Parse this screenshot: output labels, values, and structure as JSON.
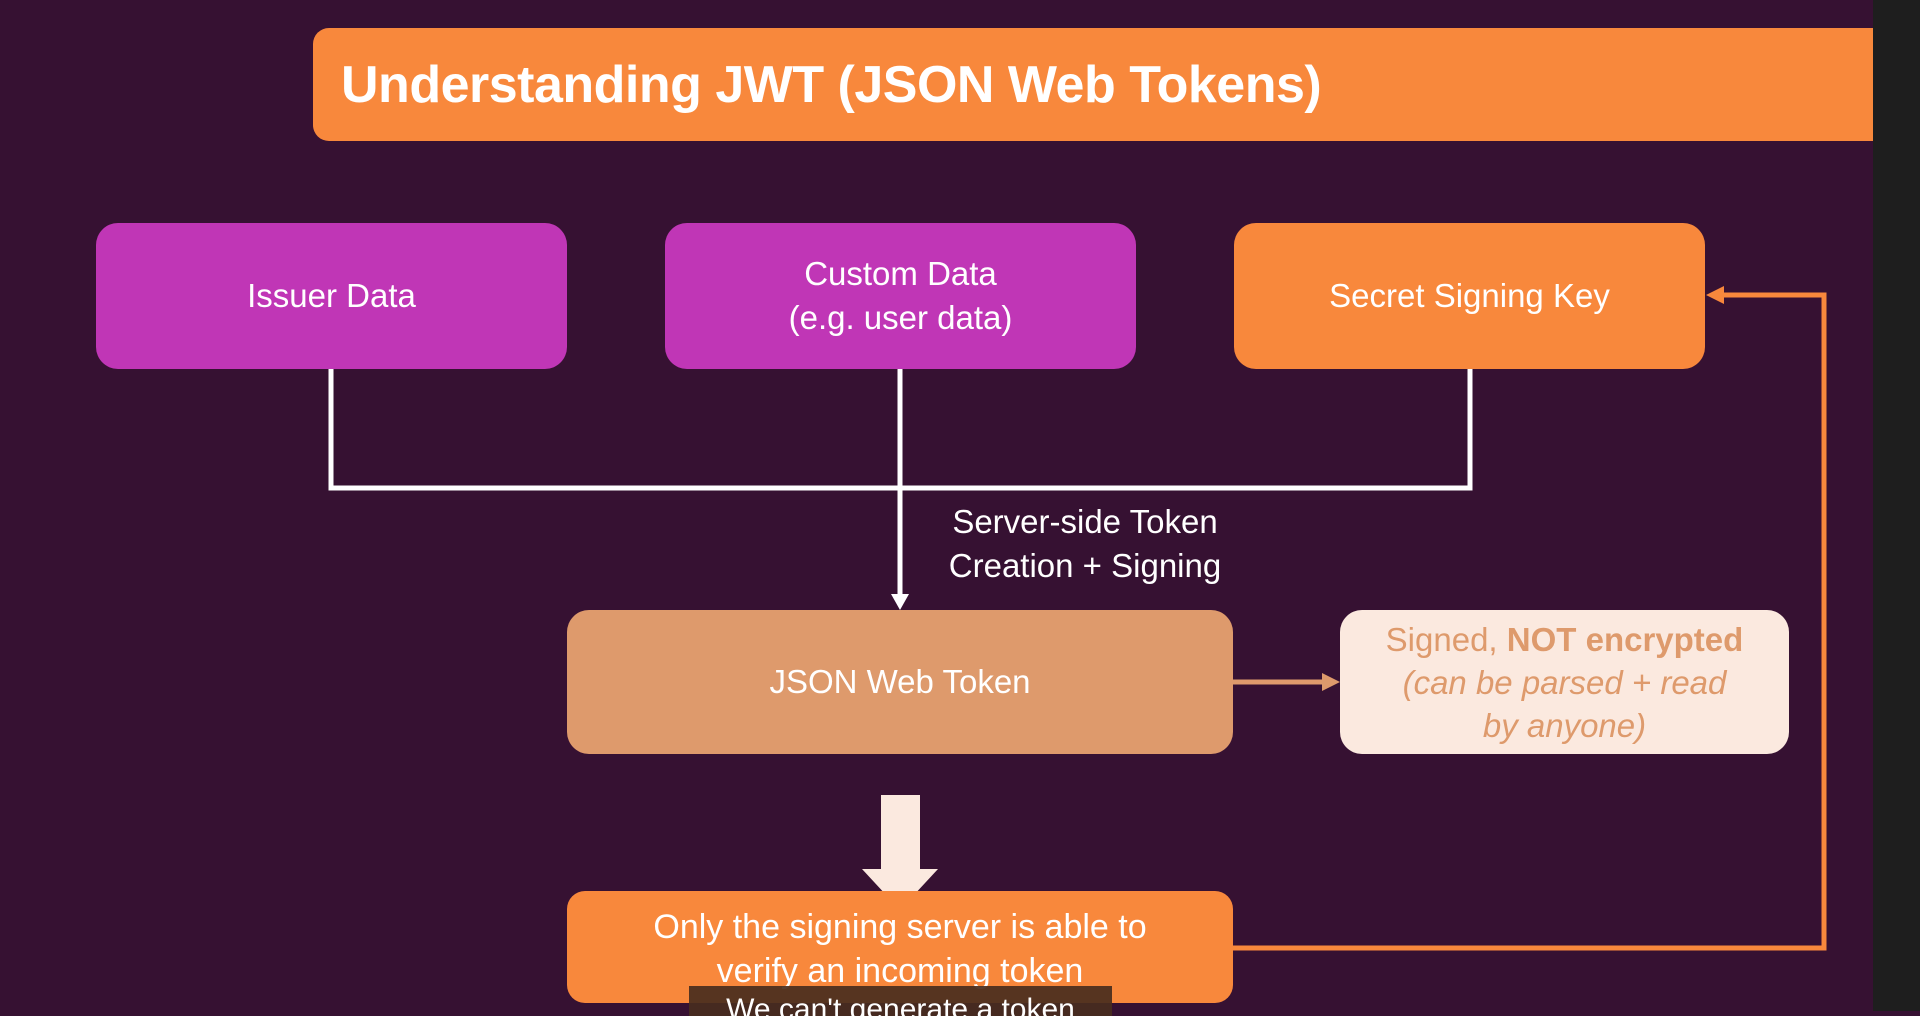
{
  "title": "Understanding JWT (JSON Web Tokens)",
  "boxes": {
    "issuer": "Issuer Data",
    "custom_line1": "Custom Data",
    "custom_line2": "(e.g. user data)",
    "secret": "Secret Signing Key",
    "jwt": "JSON Web Token",
    "verify_line1": "Only the signing server is able to",
    "verify_line2": "verify an incoming token"
  },
  "note": {
    "prefix": "Signed, ",
    "bold": "NOT encrypted",
    "italic_line1": "(can be parsed + read",
    "italic_line2": "by anyone)"
  },
  "connector_label": {
    "line1": "Server-side Token",
    "line2": "Creation + Signing"
  },
  "caption": "We can't generate a token",
  "colors": {
    "background": "#361132",
    "purple": "#c036b6",
    "orange": "#f8883c",
    "tan": "#de9a6c",
    "cream": "#fbe9df",
    "white": "#ffffff"
  }
}
